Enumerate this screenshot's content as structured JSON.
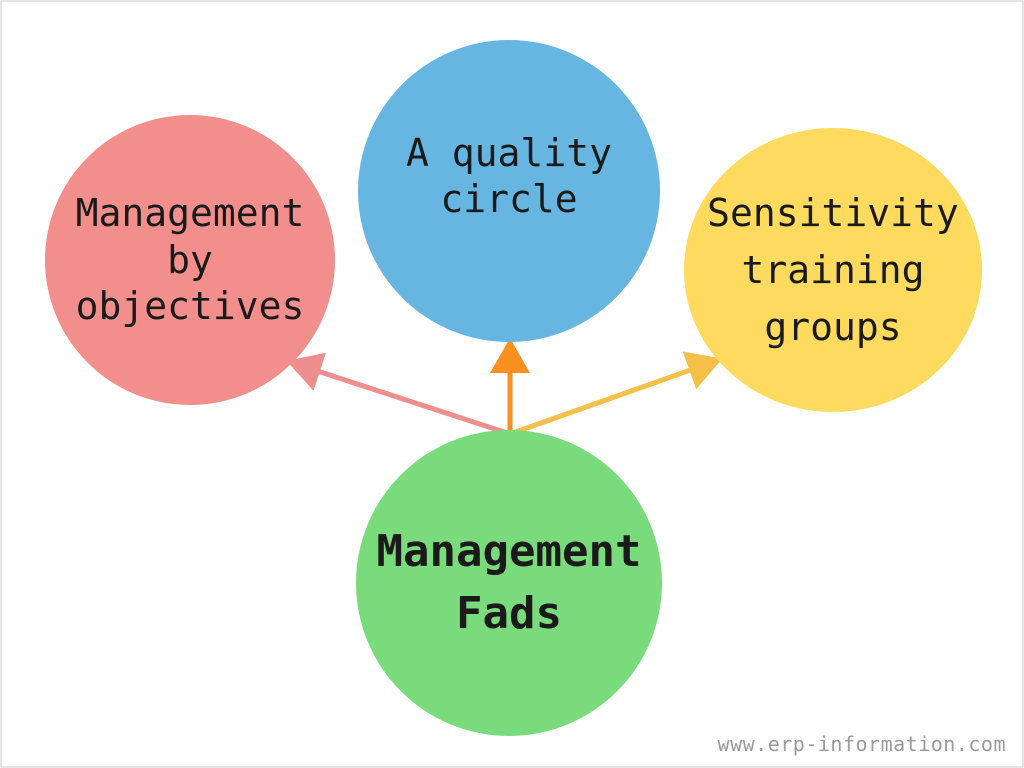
{
  "nodes": {
    "management_by_objectives": {
      "lines": [
        "Management",
        "by",
        "objectives"
      ],
      "color": "#f28f8c"
    },
    "quality_circle": {
      "lines": [
        "A quality",
        "circle"
      ],
      "color": "#66b6e1"
    },
    "sensitivity_training_groups": {
      "lines": [
        "Sensitivity",
        "training",
        "groups"
      ],
      "color": "#fedb5e"
    },
    "management_fads": {
      "lines": [
        "Management",
        "Fads"
      ],
      "color": "#79db7c"
    }
  },
  "arrows": {
    "to_mbo_color": "#ef8f8d",
    "to_qc_color": "#f7901e",
    "to_stg_color": "#f5c04a"
  },
  "watermark": "www.erp-information.com"
}
